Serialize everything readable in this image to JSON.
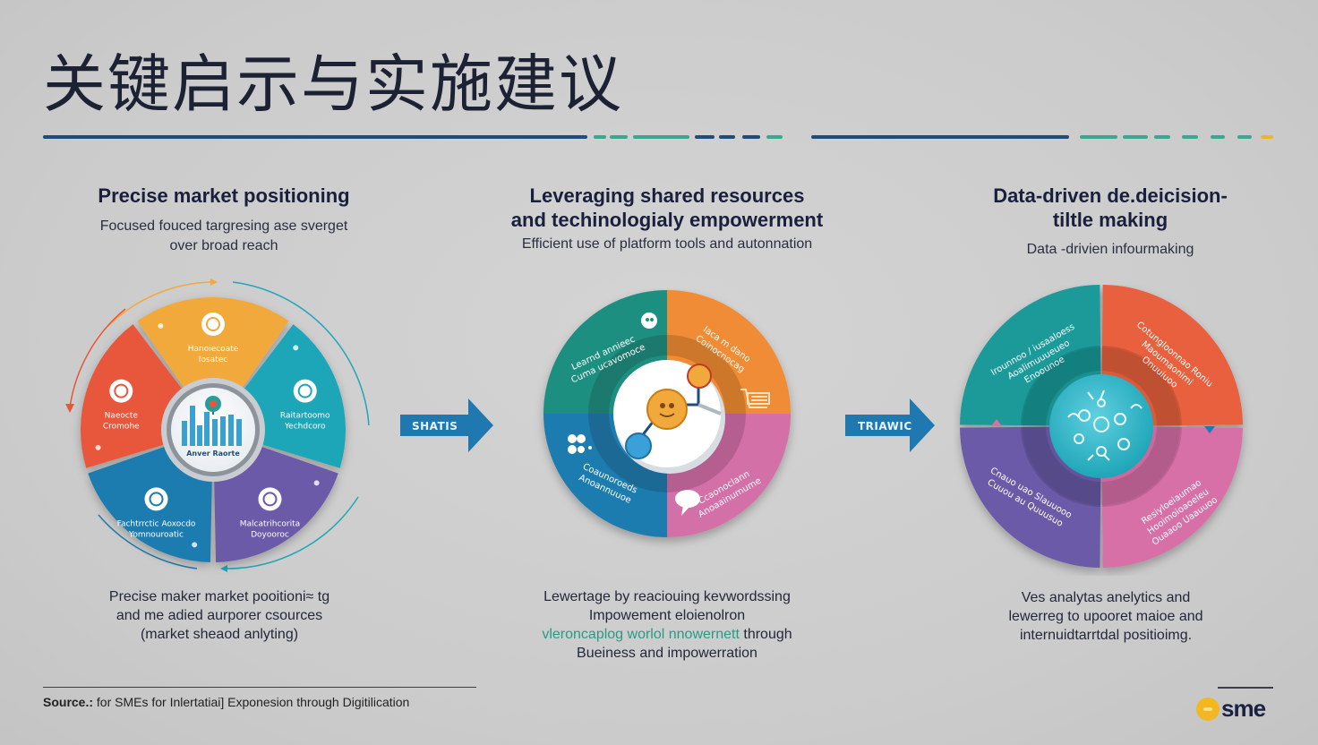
{
  "header": {
    "title": "关键启示与实施建议"
  },
  "colors": {
    "navy": "#1f4c7a",
    "teal": "#3aa88e",
    "gold": "#f0b429",
    "orange_red": "#e8563a",
    "amber": "#f2a93b",
    "cyan": "#1fa6b8",
    "blue": "#1f7cb0",
    "purple": "#6a5aa8",
    "green_teal": "#1f8f80",
    "orange": "#f08c34",
    "pink": "#d46fa8",
    "arrow_blue": "#1f78b0"
  },
  "columns": [
    {
      "heading": "Precise market positioning",
      "subheading": [
        "Focused fouced targresing ase sverget",
        "over broad reach"
      ],
      "wheel": {
        "segments": [
          {
            "label": [
              "Hanoiecoate",
              "Iosatec"
            ],
            "icon": "target-people-icon",
            "color": "#f2a93b"
          },
          {
            "label": [
              "Raitartoomo",
              "Yechdcoro"
            ],
            "icon": "globe-network-icon",
            "color": "#1fa6b8"
          },
          {
            "label": [
              "Malcatrihcorita",
              "Doyooroc"
            ],
            "icon": "chart-circle-icon",
            "color": "#6a5aa8"
          },
          {
            "label": [
              "Fachtrrctic Aoxocdo",
              "Yomnouroatic"
            ],
            "icon": "handshake-icon",
            "color": "#1f7cb0"
          },
          {
            "label": [
              "Naeocte",
              "Cromohe"
            ],
            "icon": "team-icon",
            "color": "#e8563a"
          }
        ],
        "center_label": "Anver Raorte",
        "center_icon": "bar-chart-pin-icon"
      },
      "footer": [
        "Precise maker market pooitioni≈ tg",
        "and me adied aurporer csources",
        "(market sheaod anlyting)"
      ]
    },
    {
      "heading": [
        "Leveraging shared resources",
        "and techinologialy empowerment"
      ],
      "subheading": "Efficient use of platform tools and autonnation",
      "wheel": {
        "segments": [
          {
            "label": [
              "Learnd annieec",
              "Cuma ucavomoce"
            ],
            "icon": "user-chat-icon",
            "color": "#1f8f80"
          },
          {
            "label": [
              "Iaca m dano",
              "Coinocnocag"
            ],
            "icon": "cart-icon",
            "color": "#f08c34"
          },
          {
            "label": [
              "Ccaonoclann",
              "Anoaainumume"
            ],
            "icon": "chat-bubble-icon",
            "color": "#d46fa8"
          },
          {
            "label": [
              "Coaunoroeds",
              "Anoannuuoe"
            ],
            "icon": "people-icon",
            "color": "#1f7cb0"
          }
        ],
        "center_icon": "molecule-connect-icon"
      },
      "footer": [
        "Lewertage by reaciouing kevwordssing",
        "Impowement eloienolron",
        "vleroncaplog worlol nnowernett",
        "through",
        "Bueiness and impowerration"
      ]
    },
    {
      "heading": [
        "Data-driven de.deicision-",
        "tiltle making"
      ],
      "subheading": "Data -drivien infourmaking",
      "wheel": {
        "segments": [
          {
            "label": [
              "Irounnoo / iusaaloess",
              "Aoalimuuueueo",
              "Enoounoe"
            ],
            "icon": "arrow-icon",
            "color": "#1a9a9a"
          },
          {
            "label": [
              "Cotungloonnao Roniu",
              "Maoumaonimi",
              "Onuuiuoo"
            ],
            "icon": "arrow-icon",
            "color": "#e8603e"
          },
          {
            "label": [
              "Resiyloeiaumao",
              "Hooimoioaoeleu",
              "Ouaaoo Uaauuoo"
            ],
            "icon": "arrow-icon",
            "color": "#d870a8"
          },
          {
            "label": [
              "Cnauo uao Slauuooo",
              "Cuuou au Quuusuo"
            ],
            "icon": "arrow-icon",
            "color": "#6a5aa8"
          }
        ],
        "center_icon": "data-cluster-icon"
      },
      "footer": [
        "Ves analytas anelytics and",
        "lewerreg to upooret maioe and",
        "internuidtarrtdal positioimg."
      ]
    }
  ],
  "arrows": [
    {
      "label": "SHATIS"
    },
    {
      "label": "TRIAWIC"
    }
  ],
  "footer": {
    "source_prefix": "Source.:",
    "source_text": " for SMEs for Inlertatiai] Exponesion through Digitilication",
    "logo_text": "sme"
  }
}
